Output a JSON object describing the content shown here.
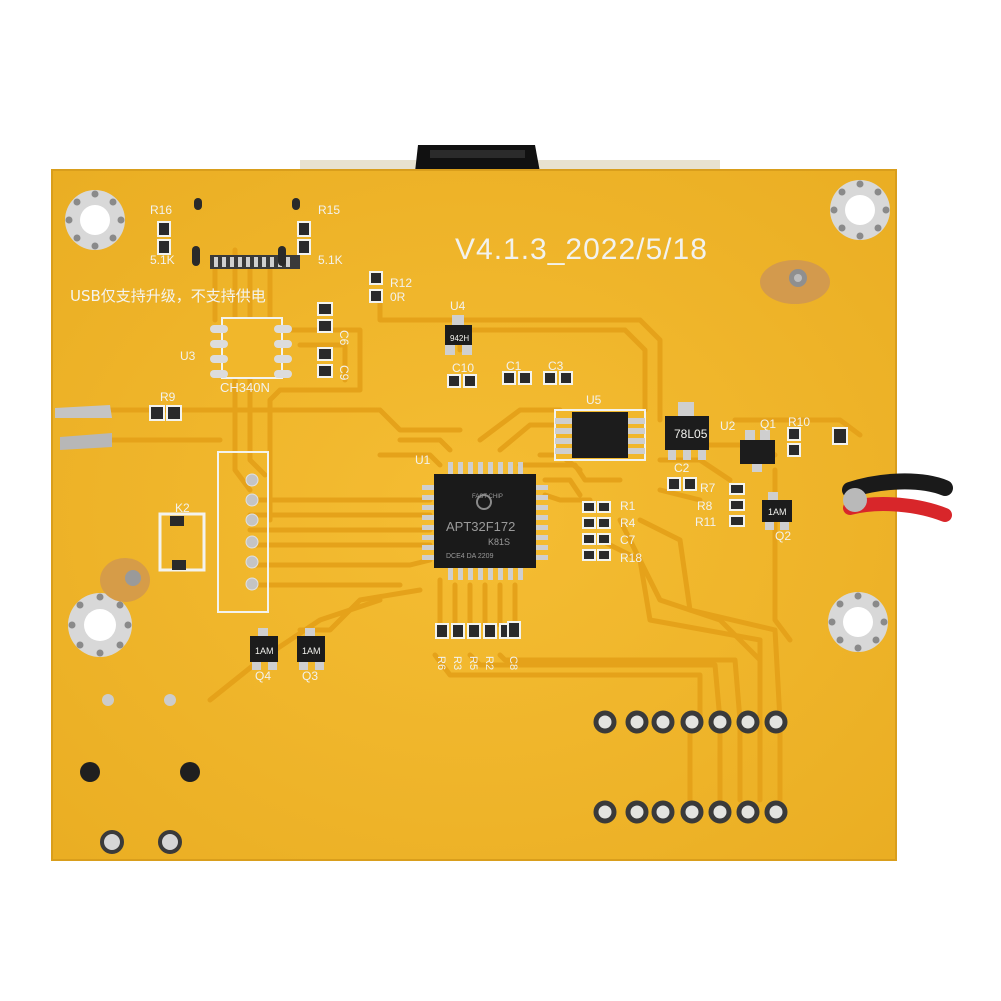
{
  "board": {
    "version": "V4.1.3_2022/5/18",
    "usb_note": "USB仅支持升级，不支持供电",
    "mcu_brand": "FAST CHIP",
    "mcu_part": "APT32F172",
    "mcu_code1": "K81S",
    "mcu_code2": "DCE4 DA 2209",
    "usb_chip": "CH340N",
    "regulator": "78L05",
    "reg_code": "942H"
  },
  "labels": {
    "R16": "R16",
    "R15": "R15",
    "R12": "R12",
    "R12_val": "0R",
    "R16_val": "5.1K",
    "R15_val": "5.1K",
    "C6": "C6",
    "C9": "C9",
    "U3": "U3",
    "U4": "U4",
    "U5": "U5",
    "U1": "U1",
    "U2": "U2",
    "C10": "C10",
    "C1": "C1",
    "C3": "C3",
    "C2": "C2",
    "R9": "R9",
    "K2": "K2",
    "Q1": "Q1",
    "Q2": "Q2",
    "Q3": "Q3",
    "Q4": "Q4",
    "R10": "R10",
    "R7": "R7",
    "R8": "R8",
    "R11": "R11",
    "R1": "R1",
    "R4": "R4",
    "C7": "C7",
    "R18": "R18",
    "R6": "R6",
    "R3": "R3",
    "R5": "R5",
    "R2": "R2",
    "C8": "C8",
    "one_am": "1AM"
  },
  "colors": {
    "board": "#f1b72b",
    "trace": "#e7a51c",
    "pad": "#c9c9c9",
    "ic": "#1c1c1c"
  }
}
